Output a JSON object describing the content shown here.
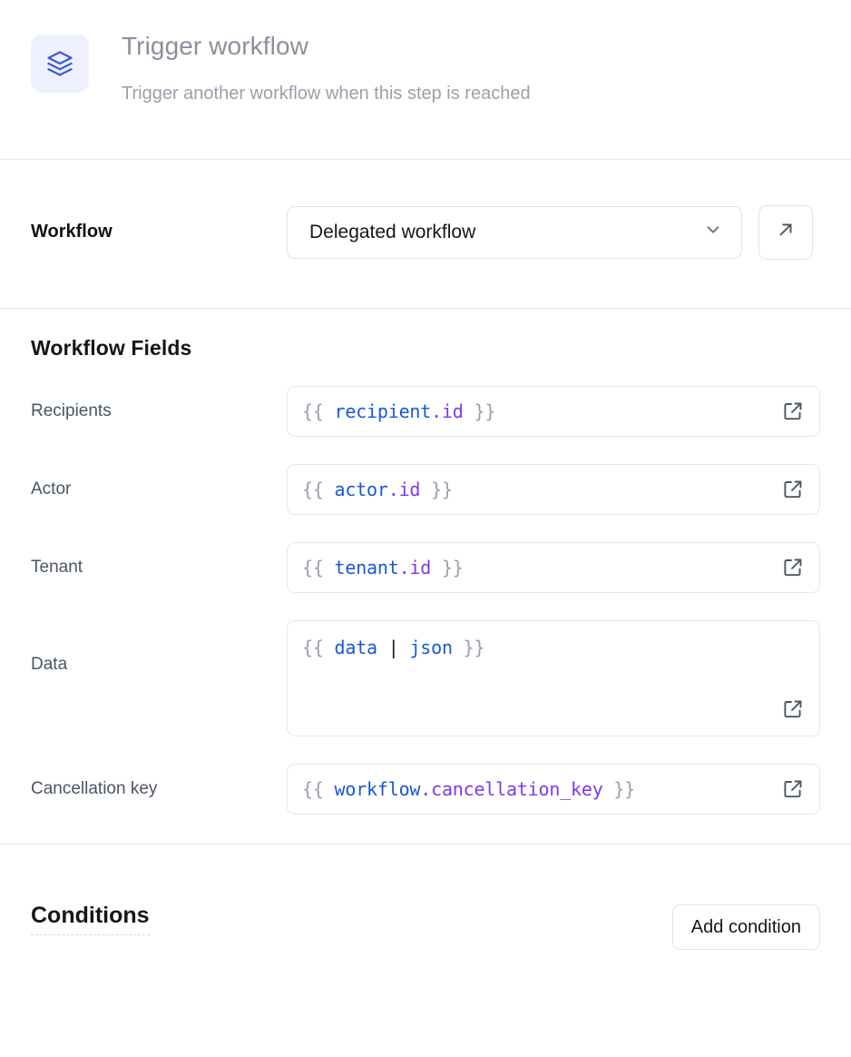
{
  "header": {
    "icon": "layers-icon",
    "title": "Trigger workflow",
    "subtitle": "Trigger another workflow when this step is reached",
    "icon_color": "#3b5bdb",
    "icon_bg": "#eef1fd"
  },
  "workflow": {
    "label": "Workflow",
    "selected": "Delegated workflow",
    "dropdown_icon": "chevron-down-icon",
    "open_icon": "arrow-up-right-icon"
  },
  "fields": {
    "heading": "Workflow Fields",
    "expand_icon": "external-link-icon",
    "items": [
      {
        "label": "Recipients",
        "value": "{{ recipient.id }}",
        "tokens": [
          {
            "t": "{{ ",
            "c": "brace"
          },
          {
            "t": "recipient",
            "c": "var"
          },
          {
            "t": ".id",
            "c": "prop"
          },
          {
            "t": " }}",
            "c": "brace"
          }
        ],
        "multiline": false
      },
      {
        "label": "Actor",
        "value": "{{ actor.id }}",
        "tokens": [
          {
            "t": "{{ ",
            "c": "brace"
          },
          {
            "t": "actor",
            "c": "var"
          },
          {
            "t": ".id",
            "c": "prop"
          },
          {
            "t": " }}",
            "c": "brace"
          }
        ],
        "multiline": false
      },
      {
        "label": "Tenant",
        "value": "{{ tenant.id }}",
        "tokens": [
          {
            "t": "{{ ",
            "c": "brace"
          },
          {
            "t": "tenant",
            "c": "var"
          },
          {
            "t": ".id",
            "c": "prop"
          },
          {
            "t": " }}",
            "c": "brace"
          }
        ],
        "multiline": false
      },
      {
        "label": "Data",
        "value": "{{ data | json }}",
        "tokens": [
          {
            "t": "{{ ",
            "c": "brace"
          },
          {
            "t": "data",
            "c": "var"
          },
          {
            "t": " | ",
            "c": "pipe"
          },
          {
            "t": "json",
            "c": "var"
          },
          {
            "t": " }}",
            "c": "brace"
          }
        ],
        "multiline": true
      },
      {
        "label": "Cancellation key",
        "value": "{{ workflow.cancellation_key }}",
        "tokens": [
          {
            "t": "{{ ",
            "c": "brace"
          },
          {
            "t": "workflow",
            "c": "var"
          },
          {
            "t": ".cancellation_key",
            "c": "prop"
          },
          {
            "t": " }}",
            "c": "brace"
          }
        ],
        "multiline": false
      }
    ]
  },
  "conditions": {
    "title": "Conditions",
    "add_label": "Add condition"
  },
  "colors": {
    "accent": "#3b5bdb",
    "token_var": "#1a56db",
    "token_prop": "#7c3aed",
    "token_brace": "#9aa0ab",
    "border": "#e2e4ea"
  }
}
